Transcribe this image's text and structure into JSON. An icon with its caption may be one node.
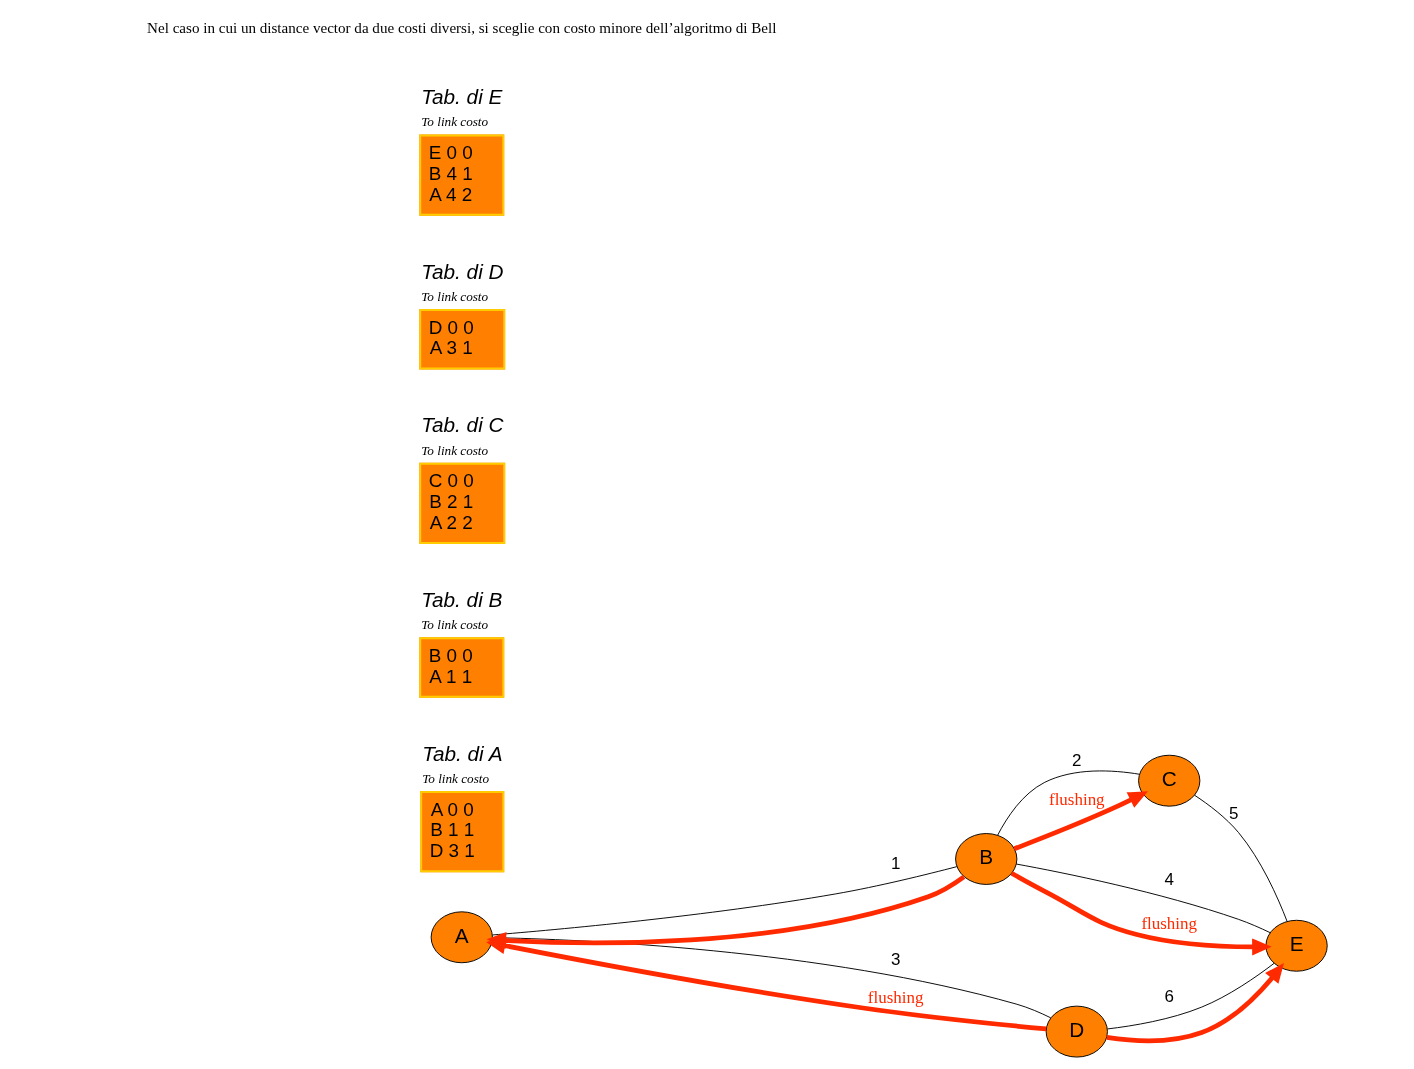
{
  "diagram": {
    "nodes": [
      {
        "text": [
          "A"
        ]
      },
      {
        "text": [
          "B"
        ]
      },
      {
        "text": [
          "C"
        ]
      },
      {
        "text": [
          "D"
        ]
      },
      {
        "text": [
          "E"
        ]
      },
      {
        "text": [
          "Tab. di A",
          "To link costo",
          "A 0 0",
          "B 1 1",
          "D 3 1"
        ]
      },
      {
        "text": [
          "Tab. di B",
          "To link costo",
          "B 0 0",
          "A 1 1"
        ]
      },
      {
        "text": [
          "Tab. di C",
          "To link costo",
          "C 0 0",
          "B 2 1",
          "A 2 2"
        ]
      },
      {
        "text": [
          "Tab. di D",
          "To link costo",
          "D 0 0",
          "A 3 1"
        ]
      },
      {
        "text": [
          "Tab. di E",
          "To link costo",
          "E 0 0",
          "B 4 1",
          "A 4 2"
        ]
      }
    ],
    "edges": [
      {
        "from": 0,
        "to": 3,
        "arrow": "none",
        "label": "3"
      },
      {
        "from": 0,
        "to": 1,
        "arrow": "none",
        "label": "1"
      },
      {
        "from": 1,
        "to": 4,
        "arrow": "none",
        "label": "4"
      },
      {
        "from": 1,
        "to": 2,
        "arrow": "none",
        "label": "2"
      },
      {
        "from": 2,
        "to": 4,
        "arrow": "none",
        "label": "5"
      },
      {
        "from": 3,
        "to": 4,
        "arrow": "none",
        "label": "6"
      },
      {
        "from": 3,
        "to": 0,
        "arrow": "to",
        "label": "flushing",
        "style": "thick",
        "color": "#ff2a00"
      },
      {
        "from": 3,
        "to": 4,
        "arrow": "to",
        "style": "thick",
        "color": "#ff2a00"
      },
      {
        "from": 1,
        "to": 0,
        "arrow": "to",
        "style": "thick",
        "color": "#ff2a00"
      },
      {
        "from": 1,
        "to": 4,
        "arrow": "to",
        "label": "flushing",
        "style": "thick",
        "color": "#ff2a00"
      },
      {
        "from": 1,
        "to": 2,
        "arrow": "to",
        "label": "flushing",
        "style": "thick",
        "color": "#ff2a00"
      }
    ],
    "labels": [
      "Nel caso in cui un distance vector da due costi diversi, si sceglie con costo minore dell’algoritmo di Bell"
    ]
  }
}
